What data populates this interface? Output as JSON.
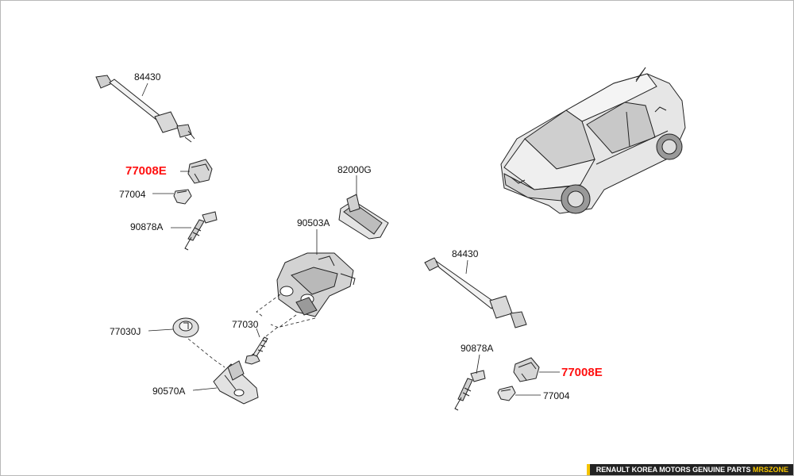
{
  "parts": {
    "strut_left": "84430",
    "clip_left_highlight": "77008E",
    "cap_left": "77004",
    "rivet_left": "90878A",
    "handle": "82000G",
    "lock": "90503A",
    "bolt": "77030",
    "grommet": "77030J",
    "striker": "90570A",
    "strut_right": "84430",
    "rivet_right": "90878A",
    "clip_right_highlight": "77008E",
    "cap_right": "77004"
  },
  "footer": {
    "text": "RENAULT KOREA MOTORS GENUINE PARTS",
    "brand": "MRSZONE"
  },
  "colors": {
    "highlight": "#ff1010",
    "line": "#222222",
    "part_fill": "#d9d9d9",
    "car_fill": "#e3e3e3",
    "footer_bg": "#222222",
    "footer_accent": "#f5c400"
  }
}
